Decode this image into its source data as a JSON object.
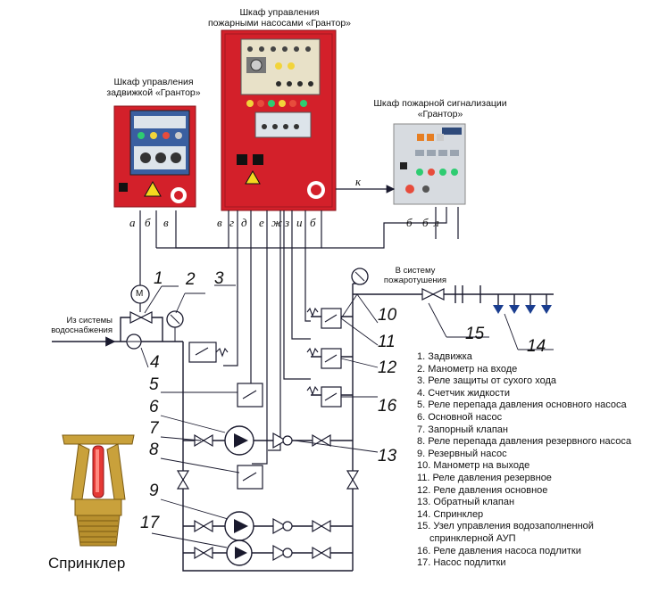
{
  "cabinets": {
    "pump": {
      "title_line1": "Шкаф управления",
      "title_line2": "пожарными насосами «Грантор»"
    },
    "valve": {
      "title_line1": "Шкаф управления",
      "title_line2": "задвижкой «Грантор»"
    },
    "alarm": {
      "title_line1": "Шкаф пожарной сигнализации",
      "title_line2": "«Грантор»"
    }
  },
  "wire_labels": {
    "a": "а",
    "b1": "б",
    "v1": "в",
    "v2": "в",
    "g": "г",
    "d": "д",
    "e": "е",
    "zh": "ж",
    "z": "з",
    "i": "и",
    "b2": "б",
    "b3": "б",
    "b4": "б",
    "l": "л",
    "k": "к"
  },
  "flow_labels": {
    "supply_line1": "Из системы",
    "supply_line2": "водоснабжения",
    "out_line1": "В систему",
    "out_line2": "пожаротушения"
  },
  "motor_label": "М",
  "numbers": [
    "1",
    "2",
    "3",
    "4",
    "5",
    "6",
    "7",
    "8",
    "9",
    "10",
    "11",
    "12",
    "13",
    "14",
    "15",
    "16",
    "17"
  ],
  "sprinkler_caption": "Спринклер",
  "legend": [
    "1. Задвижка",
    "2. Манометр на входе",
    "3. Реле защиты от сухого хода",
    "4. Счетчик жидкости",
    "5. Реле перепада давления основного насоса",
    "6. Основной насос",
    "7. Запорный клапан",
    "8. Реле перепада давления резервного насоса",
    "9. Резервный насос",
    "10. Манометр на выходе",
    "11. Реле давления резервное",
    "12. Реле давления основное",
    "13. Обратный клапан",
    "14. Спринклер",
    "15. Узел управления водозаполненной",
    "спринклерной АУП",
    "16. Реле давления насоса подлитки",
    "17. Насос подлитки"
  ],
  "colors": {
    "cabinet_red": "#d3202a",
    "cabinet_grey": "#d7dbe0",
    "line": "#1a1a2e",
    "pump_blue": "#3b5c9e"
  }
}
